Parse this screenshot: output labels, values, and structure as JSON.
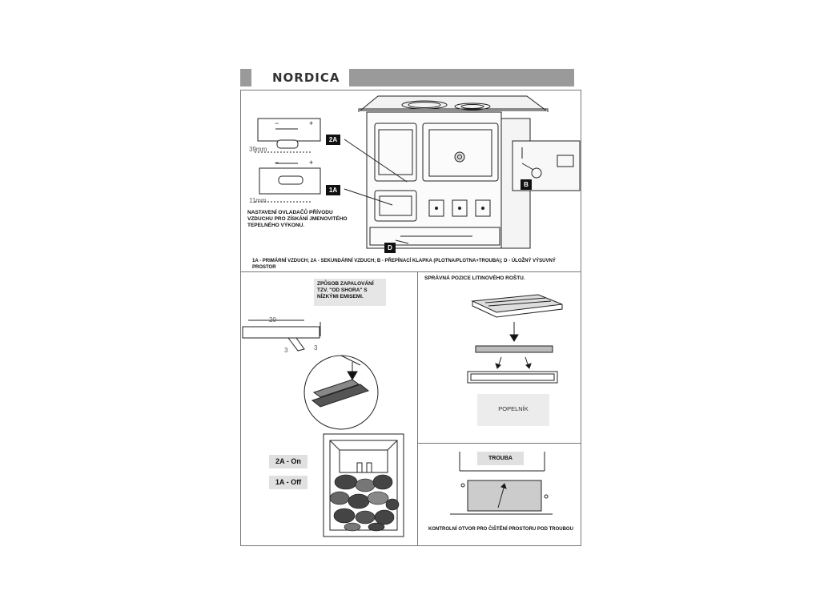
{
  "brand": {
    "logo_text": "NORDICA"
  },
  "top_section": {
    "air_adjust_caption": "NASTAVENÍ OVLADAČŮ PŘÍVODU VZDUCHU PRO ZÍSKÁNÍ JMENOVITÉHO TEPELNÉHO VÝKONU.",
    "legend_caption": "1A - PRIMÁRNÍ VZDUCH; 2A - SEKUNDÁRNÍ VZDUCH; B - PŘEPÍNACÍ KLAPKA  (PLOTNA/PLOTNA+TROUBA); D - ÚLOŽNÝ VÝSUVNÝ PROSTOR",
    "tags": {
      "tag_2a": "2A",
      "tag_1a": "1A",
      "tag_b": "B",
      "tag_d": "D"
    },
    "dim_39": "39mm",
    "dim_11": "11mm",
    "minus": "−",
    "plus": "+"
  },
  "left_section": {
    "ignition_note": "ZPŮSOB ZAPALOVÁNÍ TZV. \"OD SHORA\" S NÍZKÝMI EMISEMI.",
    "dim_20": "20",
    "dim_3a": "3",
    "dim_3b": "3",
    "label_2a_on": "2A - On",
    "label_1a_off": "1A - Off"
  },
  "right_top_section": {
    "grate_caption": "SPRÁVNÁ POZICE LITINOVÉHO ROŠTU.",
    "ashpan_label": "POPELNÍK"
  },
  "right_bottom_section": {
    "oven_label": "TROUBA",
    "inspection_caption": "KONTROLNÍ OTVOR PRO ČIŠTĚNÍ PROSTORU POD TROUBOU"
  }
}
